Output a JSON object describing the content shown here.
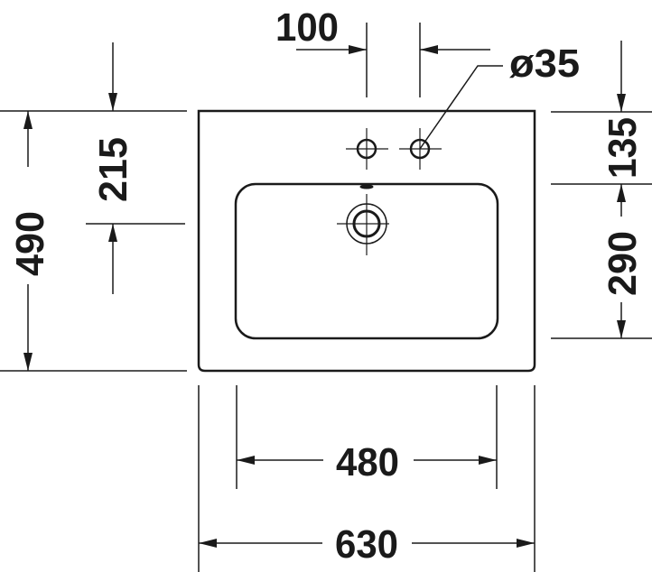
{
  "drawing": {
    "type": "washbasin technical dimension drawing (top view)",
    "line_color": "#1a1a1a",
    "background": "#ffffff"
  },
  "dimensions": {
    "tap_hole_spacing": "100",
    "tap_hole_diameter": "ø35",
    "tap_hole_to_back_edge": "215",
    "overall_depth": "490",
    "back_edge_to_basin": "135",
    "basin_depth": "290",
    "basin_width": "480",
    "overall_width": "630"
  },
  "features": {
    "tap_holes": 2,
    "overflow": "overflow-slot",
    "drain": "drain-outlet"
  }
}
